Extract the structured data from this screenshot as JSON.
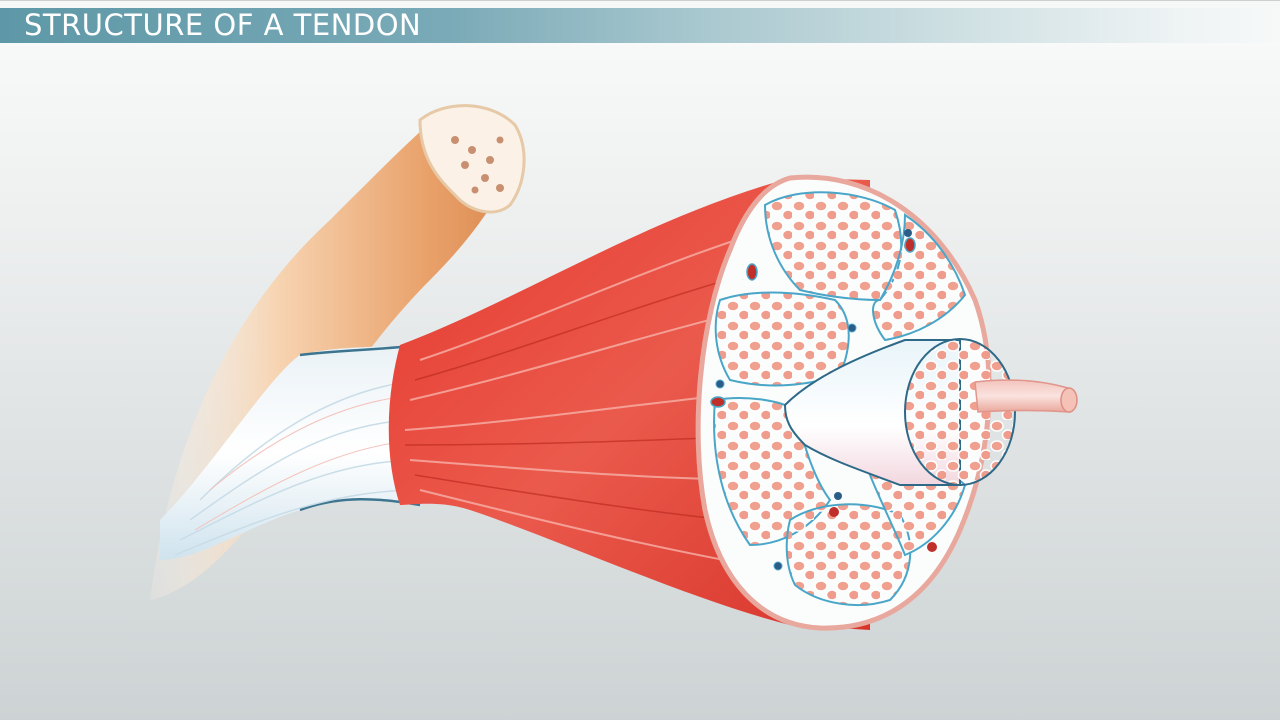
{
  "slide": {
    "title": "STRUCTURE OF A TENDON"
  },
  "colors": {
    "banner_start": "#5e98a7",
    "banner_end": "#f7f9f9",
    "title_text": "#ffffff",
    "muscle_red": "#e0463c",
    "tendon_white": "#f3f6f8",
    "bone_tan": "#e9a46c",
    "fascicle_pink": "#f0a495",
    "sheath_blue": "#4aa6c8",
    "background_bottom": "#cdd3d4"
  },
  "illustration": {
    "subject": "muscle-tendon-bone cross section",
    "parts": [
      "bone",
      "tendon",
      "muscle belly",
      "fascicles",
      "muscle fiber",
      "blood vessels"
    ]
  }
}
